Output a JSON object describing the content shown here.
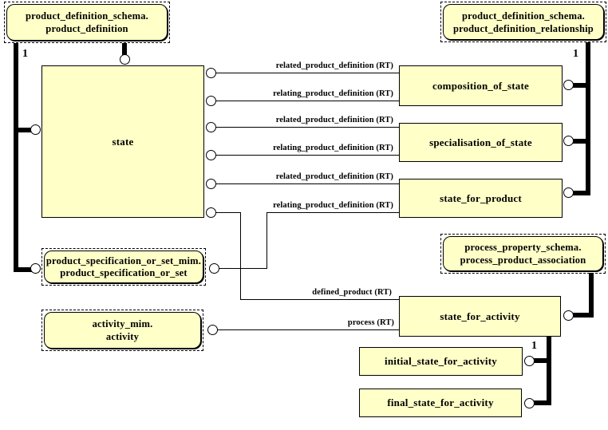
{
  "colors": {
    "box_fill": "#ffffc8",
    "line": "#000000"
  },
  "schema_refs": {
    "product_definition": {
      "line1": "product_definition_schema.",
      "line2": "product_definition"
    },
    "product_definition_relationship": {
      "line1": "product_definition_schema.",
      "line2": "product_definition_relationship"
    },
    "process_product_association": {
      "line1": "process_property_schema.",
      "line2": "process_product_association"
    },
    "product_specification_or_set": {
      "line1": "product_specification_or_set_mim.",
      "line2": "product_specification_or_set"
    },
    "activity": {
      "line1": "activity_mim.",
      "line2": "activity"
    }
  },
  "entities": {
    "state": "state",
    "composition_of_state": "composition_of_state",
    "specialisation_of_state": "specialisation_of_state",
    "state_for_product": "state_for_product",
    "state_for_activity": "state_for_activity",
    "initial_state_for_activity": "initial_state_for_activity",
    "final_state_for_activity": "final_state_for_activity"
  },
  "edge_labels": {
    "l1": "related_product_definition (RT)",
    "l2": "relating_product_definition (RT)",
    "l3": "related_product_definition (RT)",
    "l4": "relating_product_definition (RT)",
    "l5": "related_product_definition (RT)",
    "l6": "relating_product_definition (RT)",
    "defined_product": "defined_product (RT)",
    "process": "process (RT)"
  },
  "cardinality": {
    "top_left": "1",
    "top_right": "1",
    "state_for_activity": "1"
  }
}
